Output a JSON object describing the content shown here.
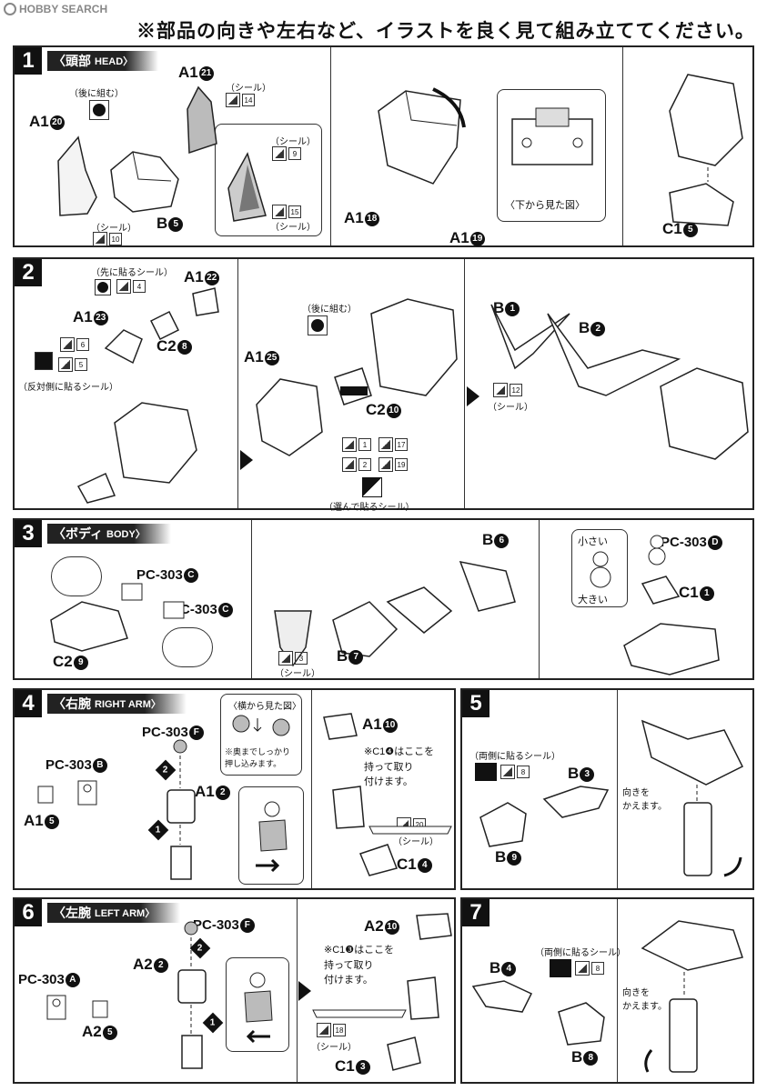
{
  "watermark": {
    "text": "HOBBY SEARCH"
  },
  "banner": "※部品の向きや左右など、イラストを良く見て組み立ててください。",
  "step1": {
    "num": "1",
    "title_jp": "〈頭部",
    "title_en": "HEAD〉",
    "labels": {
      "a20": "A1",
      "a20c": "20",
      "a21": "A1",
      "a21c": "21",
      "b5": "B",
      "b5c": "5",
      "a18": "A1",
      "a18c": "18",
      "a19": "A1",
      "a19c": "19",
      "c15": "C1",
      "c15c": "5"
    },
    "notes": {
      "back": "（後に組む）",
      "seal14": "（シール）",
      "seal10": "（シール）",
      "seal9": "（シール）",
      "seal15": "（シール）",
      "bottom_view": "〈下から見た図〉"
    },
    "stickers": {
      "s14": "14",
      "s10": "10",
      "s9": "9",
      "s15": "15"
    }
  },
  "step2": {
    "num": "2",
    "labels": {
      "a22": "A1",
      "a22c": "22",
      "a23": "A1",
      "a23c": "23",
      "c28": "C2",
      "c28c": "8",
      "a25": "A1",
      "a25c": "25",
      "c210": "C2",
      "c210c": "10",
      "b1": "B",
      "b1c": "1",
      "b2": "B",
      "b2c": "2"
    },
    "notes": {
      "first_seal": "（先に貼るシール）",
      "opposite_seal": "（反対側に貼るシール）",
      "back": "（後に組む）",
      "choose_seal": "（選んで貼るシール）",
      "seal12": "（シール）"
    },
    "stickers": {
      "s4": "4",
      "s6": "6",
      "s5": "5",
      "s1": "1",
      "s17": "17",
      "s2": "2",
      "s19": "19",
      "s12": "12"
    }
  },
  "step3": {
    "num": "3",
    "title_jp": "〈ボディ",
    "title_en": "BODY〉",
    "labels": {
      "pc303c1": "PC-303",
      "pc303c1c": "C",
      "pc303c2": "PC-303",
      "pc303c2c": "C",
      "c29": "C2",
      "c29c": "9",
      "b6": "B",
      "b6c": "6",
      "b7": "B",
      "b7c": "7",
      "pc303d": "PC-303",
      "pc303dc": "D",
      "c11": "C1",
      "c11c": "1"
    },
    "notes": {
      "small": "小さい",
      "big": "大きい",
      "seal3": "（シール）"
    },
    "stickers": {
      "s3": "3"
    }
  },
  "step4": {
    "num": "4",
    "title_jp": "〈右腕",
    "title_en": "RIGHT ARM〉",
    "labels": {
      "pc303f": "PC-303",
      "pc303fc": "F",
      "pc303b": "PC-303",
      "pc303bc": "B",
      "a15": "A1",
      "a15c": "5",
      "a12": "A1",
      "a12c": "2",
      "a110": "A1",
      "a110c": "10",
      "c14": "C1",
      "c14c": "4"
    },
    "notes": {
      "side_view": "〈横から見た図〉",
      "push": "※奥までしっかり\n押し込みます。",
      "hold": "※C1❹はここを\n持って取り\n付けます。",
      "seal20": "（シール）"
    },
    "stickers": {
      "s20": "20"
    }
  },
  "step5": {
    "num": "5",
    "labels": {
      "b3": "B",
      "b3c": "3",
      "b9": "B",
      "b9c": "9"
    },
    "notes": {
      "both_sides": "（両側に貼るシール）",
      "turn": "向きを\nかえます。"
    },
    "stickers": {
      "s8": "8"
    }
  },
  "step6": {
    "num": "6",
    "title_jp": "〈左腕",
    "title_en": "LEFT ARM〉",
    "labels": {
      "pc303f": "PC-303",
      "pc303fc": "F",
      "pc303a": "PC-303",
      "pc303ac": "A",
      "a22": "A2",
      "a22c": "2",
      "a25": "A2",
      "a25c": "5",
      "a210": "A2",
      "a210c": "10",
      "c13": "C1",
      "c13c": "3"
    },
    "notes": {
      "hold": "※C1❸はここを\n持って取り\n付けます。",
      "seal18": "（シール）"
    },
    "stickers": {
      "s18": "18"
    }
  },
  "step7": {
    "num": "7",
    "labels": {
      "b4": "B",
      "b4c": "4",
      "b8": "B",
      "b8c": "8"
    },
    "notes": {
      "both_sides": "（両側に貼るシール）",
      "turn": "向きを\nかえます。"
    },
    "stickers": {
      "s8": "8"
    }
  }
}
